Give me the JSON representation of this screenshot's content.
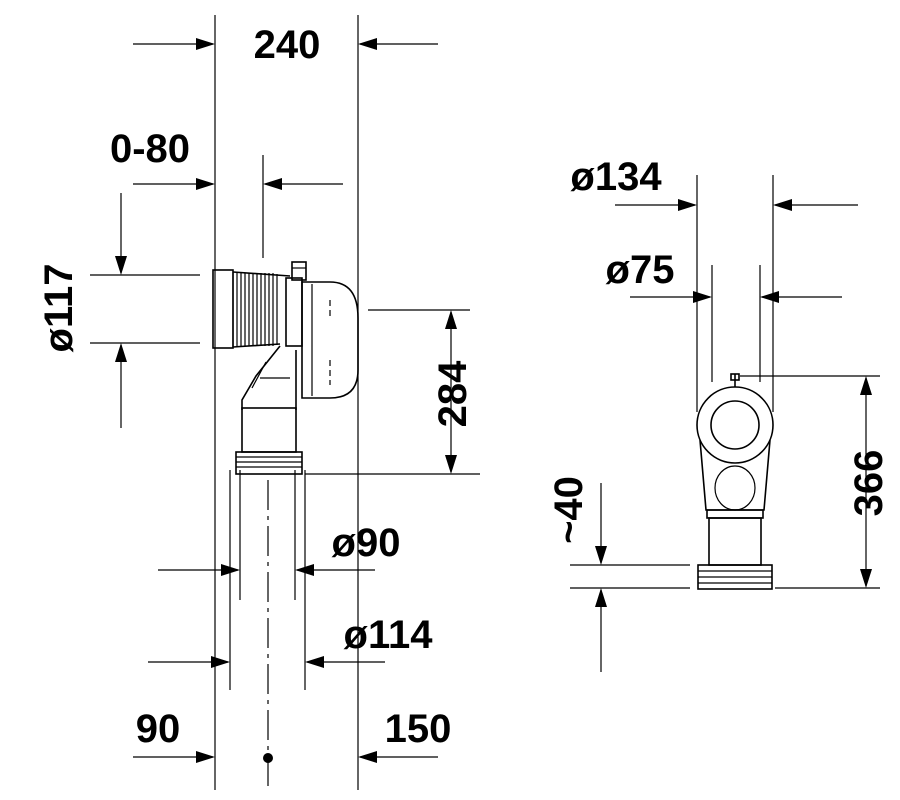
{
  "dimensions": {
    "width_top": "240",
    "offset": "0-80",
    "dia_inlet": "ø117",
    "height_outlet": "284",
    "dia_90": "ø90",
    "dia_114": "ø114",
    "axis_left": "90",
    "axis_right": "150",
    "dia_134": "ø134",
    "dia_75": "ø75",
    "approx_40": "~40",
    "height_366": "366"
  }
}
